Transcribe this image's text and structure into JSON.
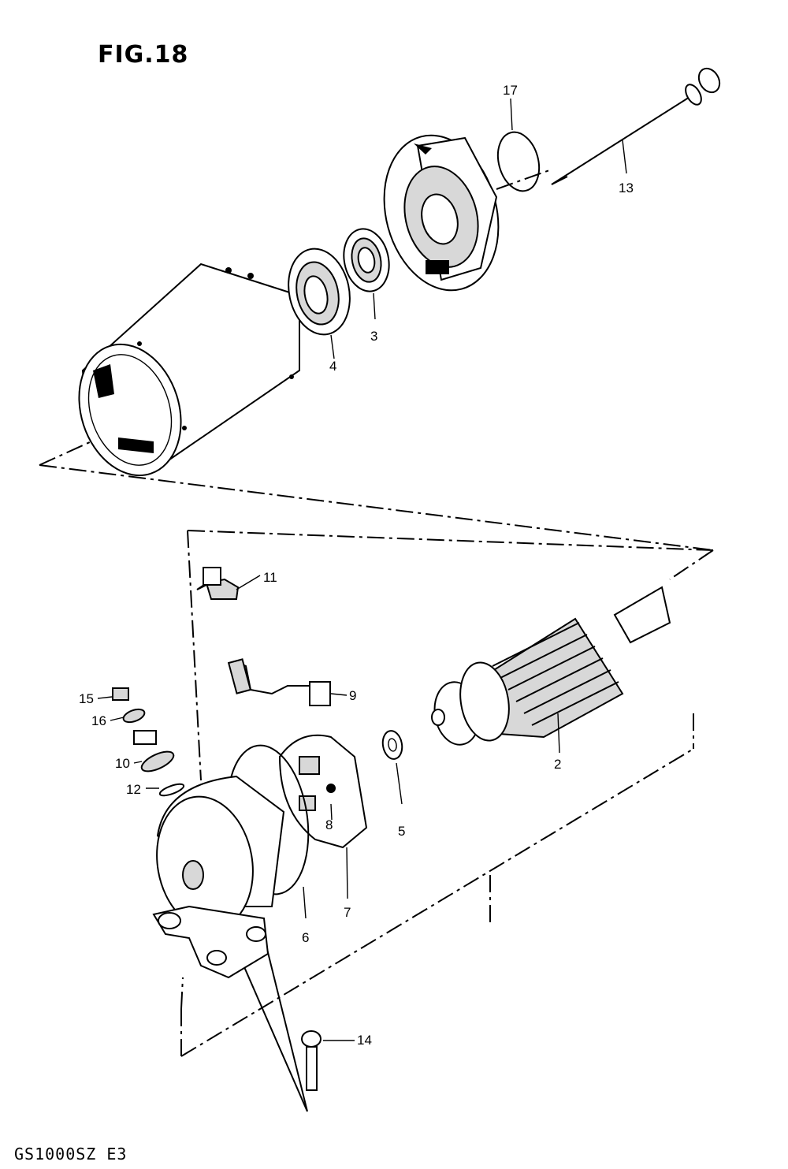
{
  "figure": {
    "title": "FIG.18",
    "footer_code": "GS1000SZ E3"
  },
  "callouts": {
    "c2": "2",
    "c3": "3",
    "c4": "4",
    "c5": "5",
    "c6": "6",
    "c7": "7",
    "c8": "8",
    "c9": "9",
    "c10": "10",
    "c11": "11",
    "c12": "12",
    "c13": "13",
    "c14": "14",
    "c15": "15",
    "c16": "16",
    "c17": "17"
  }
}
